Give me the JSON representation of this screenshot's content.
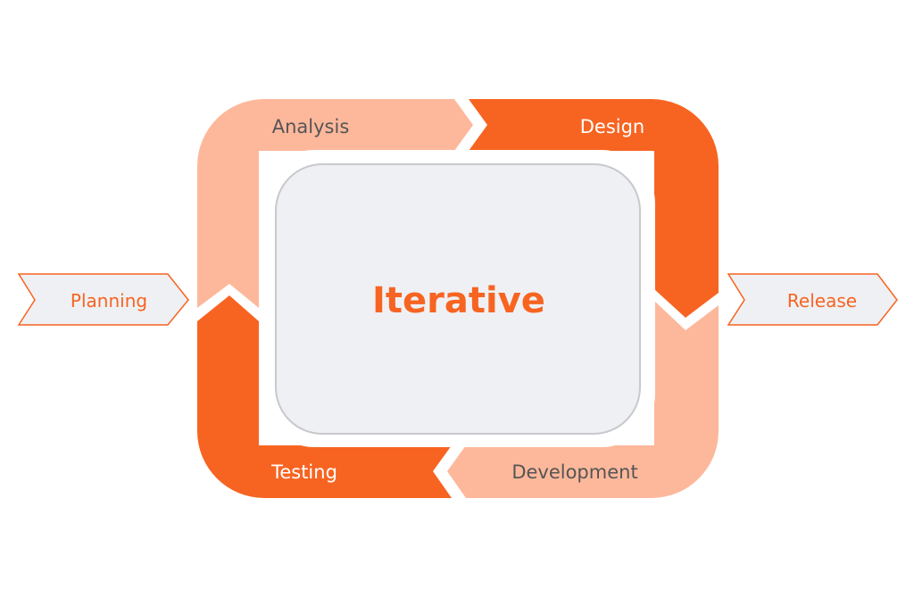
{
  "center": {
    "label": "Iterative"
  },
  "start": {
    "label": "Planning"
  },
  "end": {
    "label": "Release"
  },
  "phases": [
    {
      "label": "Analysis"
    },
    {
      "label": "Design"
    },
    {
      "label": "Development"
    },
    {
      "label": "Testing"
    }
  ],
  "colors": {
    "dark_orange": "#F76421",
    "light_orange": "#FDB89B",
    "center_fill": "#EFF0F3",
    "center_border": "#C8C9CD",
    "text_dark": "#555555",
    "text_light": "#FFFFFF",
    "accent_text": "#F76421",
    "chevron_fill": "#EFF0F3",
    "chevron_border": "#F76421"
  }
}
